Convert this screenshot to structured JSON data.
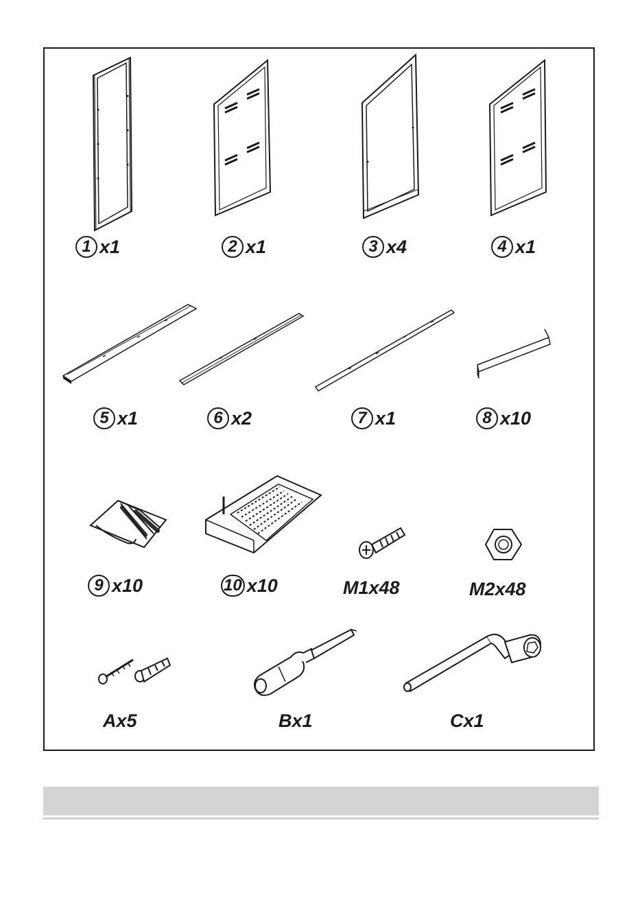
{
  "parts": [
    {
      "id": "p1",
      "number": "1",
      "qty": "x1"
    },
    {
      "id": "p2",
      "number": "2",
      "qty": "x1"
    },
    {
      "id": "p3",
      "number": "3",
      "qty": "x4"
    },
    {
      "id": "p4",
      "number": "4",
      "qty": "x1"
    },
    {
      "id": "p5",
      "number": "5",
      "qty": "x1"
    },
    {
      "id": "p6",
      "number": "6",
      "qty": "x2"
    },
    {
      "id": "p7",
      "number": "7",
      "qty": "x1"
    },
    {
      "id": "p8",
      "number": "8",
      "qty": "x10"
    },
    {
      "id": "p9",
      "number": "9",
      "qty": "x10"
    },
    {
      "id": "p10",
      "number": "10",
      "qty": "x10"
    }
  ],
  "hardware": [
    {
      "id": "m1",
      "label": "M1x48"
    },
    {
      "id": "m2",
      "label": "M2x48"
    },
    {
      "id": "a",
      "label": "Ax5"
    },
    {
      "id": "b",
      "label": "Bx1"
    },
    {
      "id": "c",
      "label": "Cx1"
    }
  ],
  "icons": {
    "p1": "side-frame-panel-icon",
    "p2": "vented-side-panel-icon",
    "p3": "angled-frame-panel-icon",
    "p4": "vented-back-panel-icon",
    "p5": "long-rail-icon",
    "p6": "medium-rail-icon",
    "p7": "slim-rail-icon",
    "p8": "short-angle-bracket-icon",
    "p9": "shoe-holder-clip-icon",
    "p10": "perforated-tray-icon",
    "m1": "screw-icon",
    "m2": "hex-nut-icon",
    "a": "wall-screw-and-anchor-icon",
    "b": "screwdriver-icon",
    "c": "hex-wrench-icon"
  },
  "colors": {
    "ink": "#1a1a1a",
    "band": "#d4d4d4"
  }
}
